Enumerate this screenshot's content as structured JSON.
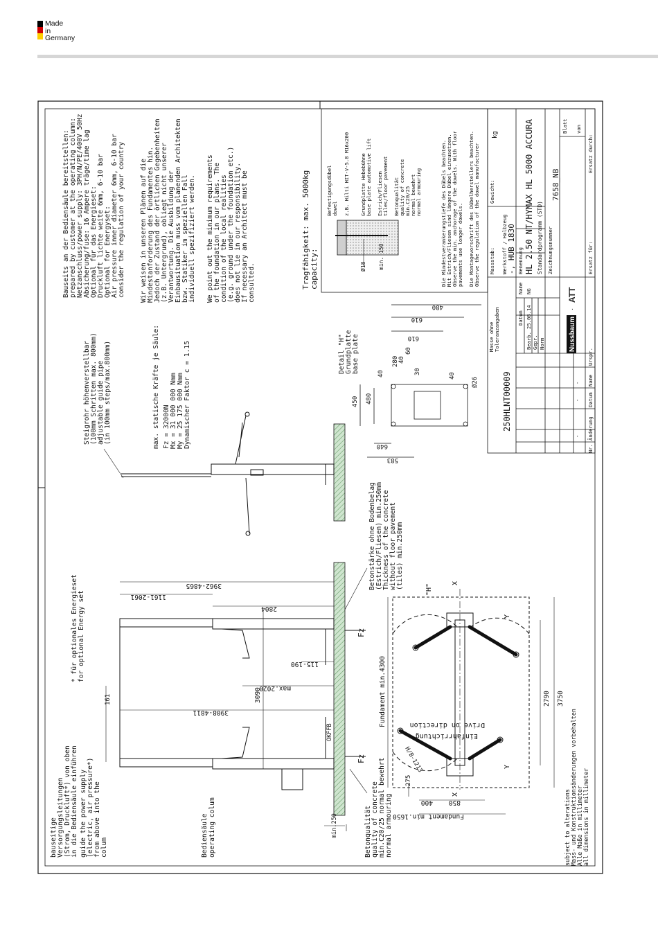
{
  "header": {
    "made_in": "Made\nin\nGermany",
    "flag_colors": [
      "#000000",
      "#d00000",
      "#ffce00"
    ]
  },
  "drawing": {
    "notes_power_supply": [
      "Bauseits an der Bediensäule bereitstellen:",
      "prepared by customer at the operating column:",
      "Netzanschluss/power supply: 3PH/N/PE/400V 50Hz",
      "Absicherung/fuse: 16 Ampere träge/time lag",
      "Optional für das Energieset:",
      "Druckluft lichte weite 6mm, 6-10 bar",
      "Optional for Energyset:",
      "Air pressure inner diameter 6mm, 6-10 bar",
      "consider the regulation of your country"
    ],
    "notes_foundation_de": [
      "Wir weisen in unseren Plänen auf die",
      "Mindestanforderung des Fundamentes hin.",
      "Jedoch der Zustand der örtlichen Gegebenheiten",
      "(z.B. Untergrund), obliegt nicht unserer",
      "Verantwortung. Die Ausbildung der",
      "Einbausituation muss vom planenden Architekten",
      "bzw. Statiker im speziellen Fall",
      "individuell spezifiziert werden."
    ],
    "notes_foundation_en": [
      "We point out the minimum requirements",
      "of the foundation in our plans. The",
      "condition of the local realities",
      "(e.g. ground under the foundation etc.)",
      "does not lie in our responsibility.",
      "If necessary an Architect must be",
      "consulted."
    ],
    "capacity": [
      "Tragfähigkeit: max. 5000kg",
      "capacity:"
    ],
    "dowel_notes": [
      "Befestigungsdübel",
      "dowel",
      "z.B. Hilti HIT-V-5.8 M16x200",
      "Grundplatte Hebebühne",
      "base plate automotive lift",
      "Estrich/Fliesen",
      "tiles/floor pavement",
      "Betonqualität",
      "quality of concrete",
      "min.C20/25",
      "normal bewehrt",
      "normal armouring"
    ],
    "dowel_footnotes": [
      "Die Mindestverankerungstiefe des Dübels beachten.",
      "Mit Estrich/Fliesen sind längere Dübel einzusetzen.",
      "Observe the min. anchorage of the dowels. With floor",
      "pavements use longer dowels.",
      "Die Montagevorschrift des Dübelherstellers beachten.",
      "Observe the regulation of the dowel manufacturer"
    ],
    "dowel_dims": [
      "Ø18",
      "min. 150"
    ],
    "forces": [
      "max. statische Kräfte je Säule:",
      "Fz = 32000N",
      "Mx = 31 000 000 Nmm",
      "My = 25 175 000 Nmm",
      "Dynamischer Faktor c = 1.15"
    ],
    "guide_pipe": [
      "Steigrohr höhenverstellbar",
      "(100mm Schritten max. 800mm)",
      "adjustable guide pipe",
      "(in 100mm steps/max.800mm)"
    ],
    "energy_set": [
      "* für optionales Energieset",
      "for optional Energy set"
    ],
    "supply_lines": [
      "bauseitige",
      "Versorgungsleitungen",
      "(Strom, Druckluft*) von oben",
      "in die Bediensäule einführen",
      "guide the power supply",
      "(electric, air pressure*)",
      "from above into the",
      "colum"
    ],
    "operating_column": [
      "Bediensäule",
      "operating colum"
    ],
    "concrete_quality": [
      "Betonqualität",
      "quality of concrete",
      "min.C20/25 normal bewehrt",
      "normal armouring"
    ],
    "concrete_thickness": [
      "Betonstärke ohne Bodenbelag",
      "(Estrich/Fliesen) min.250mm",
      "Thickness of the concrete",
      "without floor pavement",
      "(tiles) min.250mm"
    ],
    "detail_h": [
      "Detail \"H\"",
      "Grundplatte",
      "base plate"
    ],
    "detail_dims": [
      "480",
      "610",
      "450",
      "480",
      "40",
      "40",
      "30",
      "40",
      "60",
      "280",
      "610",
      "Ø26",
      "583",
      "640"
    ],
    "front_dims": [
      "3962-4865",
      "1161-2061",
      "2804",
      "3908-4811",
      "3090",
      "max.2020",
      "115-190",
      "161",
      "OKFFB",
      "min.250",
      "Fz",
      "Fz"
    ],
    "plan_dims": [
      "Fundament min.4300",
      "Fundament min.1650",
      "2790",
      "3750",
      "400",
      "850",
      "275",
      "H/B-1213",
      "X",
      "X",
      "Y",
      "Y",
      "\"H\""
    ],
    "drive_direction": [
      "Einfahrrichtung",
      "Drive on direction"
    ],
    "footer_notes": [
      "subject to alterations",
      "Mass- und Konstruktionsänderungen vorbehalten",
      "Alle Maße in millimeter",
      "all dimensions in millimeter"
    ],
    "title_block": {
      "drawing_no_top": "250HLNT00009",
      "tolerances": [
        "Masse ohne",
        "Toleranzangaben"
      ],
      "scale_label": "Massstab:",
      "weight_label": "Gewicht:",
      "weight_unit": "kg",
      "material_label": "Werkstoff / Halbzeug",
      "material_value": "-, HUB 1830",
      "name_label": "Benennung",
      "product_name": "HL 2.50 NT/HYMAX HL 5000 ACCURA",
      "program": "Standardprogramm (STD)",
      "drawing_number_label": "Zeichnungsnummer",
      "drawing_number": "7658_NB",
      "sheet_label": "Blatt",
      "sheet_of": "von",
      "replaces_for": "Ersatz für:",
      "replaced_by": "Ersatz durch:",
      "row_headers": [
        "Datum",
        "Name"
      ],
      "rows": [
        [
          "Bearb.",
          "25.08.14",
          "NG"
        ],
        [
          "Gepr.",
          "",
          ""
        ],
        [
          "Norm",
          "",
          ""
        ]
      ],
      "rev_headers": [
        "Nr.",
        "Änderung",
        "Datum",
        "Name",
        "Urspr."
      ],
      "rev_placeholders": [
        "-",
        "-",
        "-"
      ],
      "brand": "Nussbaum",
      "brand_sep": "·",
      "brand2": "ATT"
    }
  }
}
